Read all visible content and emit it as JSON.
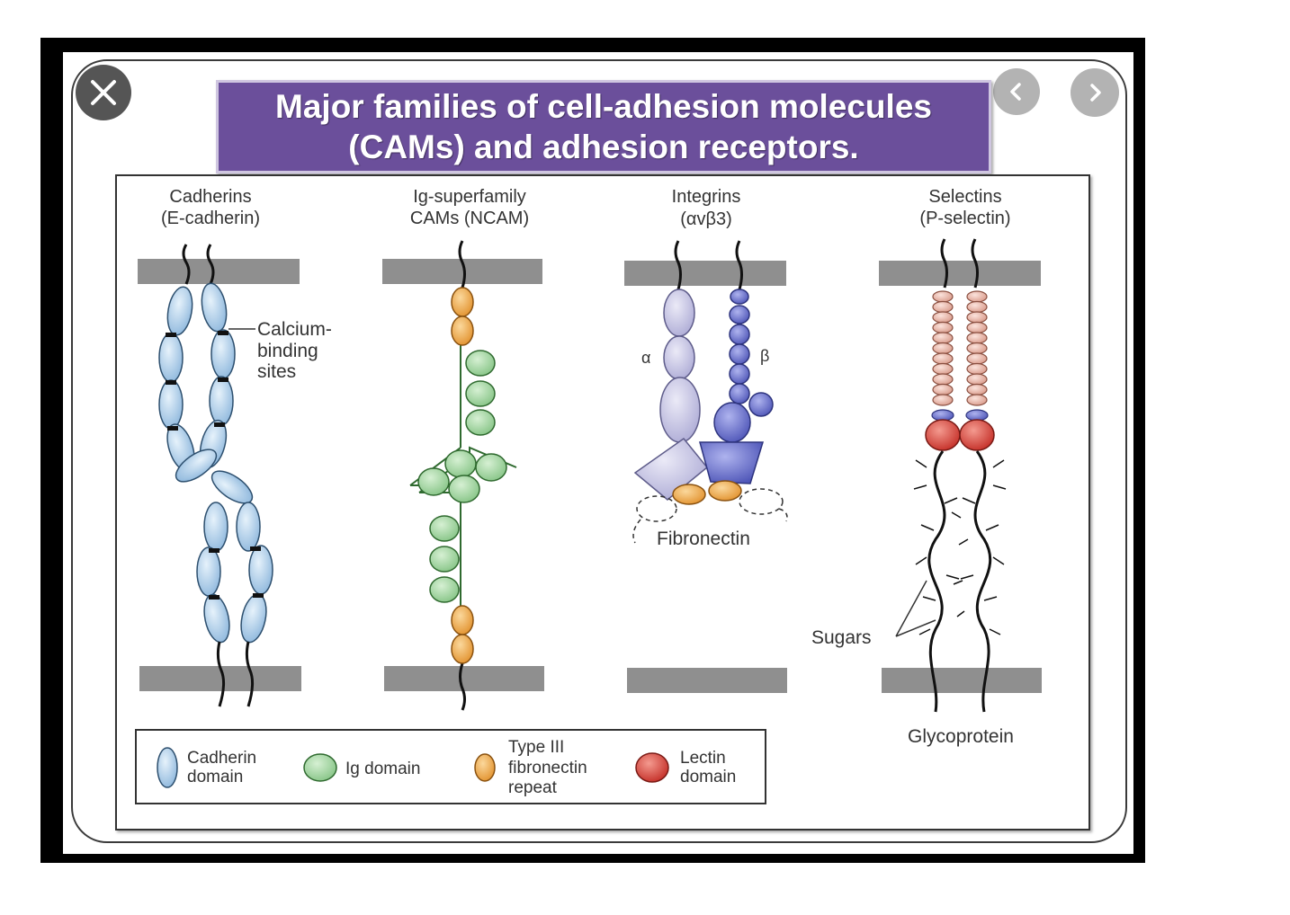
{
  "title": {
    "line1": "Major families of cell-adhesion molecules",
    "line2": "(CAMs) and adhesion receptors."
  },
  "viewer": {
    "close_icon": "close-icon",
    "prev_icon": "chevron-left-icon",
    "next_icon": "chevron-right-icon"
  },
  "families": [
    {
      "name": "Cadherins",
      "example": "(E-cadherin)"
    },
    {
      "name": "Ig-superfamily",
      "example": "CAMs (NCAM)"
    },
    {
      "name": "Integrins",
      "example": "(αvβ3)"
    },
    {
      "name": "Selectins",
      "example": "(P-selectin)"
    }
  ],
  "annotations": {
    "calcium_line1": "Calcium-",
    "calcium_line2": "binding",
    "calcium_line3": "sites",
    "alpha": "α",
    "beta": "β",
    "fibronectin": "Fibronectin",
    "sugars": "Sugars",
    "glycoprotein": "Glycoprotein"
  },
  "legend": {
    "cadherin_line1": "Cadherin",
    "cadherin_line2": "domain",
    "ig": "Ig domain",
    "fn_line1": "Type III",
    "fn_line2": "fibronectin",
    "fn_line3": "repeat",
    "lectin_line1": "Lectin",
    "lectin_line2": "domain"
  },
  "colors": {
    "title_bg": "#6b4f9b",
    "cadherin": "#b9d7ef",
    "ig": "#a8d8a6",
    "fibronectin": "#f0b15a",
    "lectin": "#d9453c",
    "integrin_alpha": "#c7c6e4",
    "integrin_beta": "#7a7fcf",
    "selectin_repeat": "#efc2b4",
    "membrane": "#8f8f8f"
  }
}
